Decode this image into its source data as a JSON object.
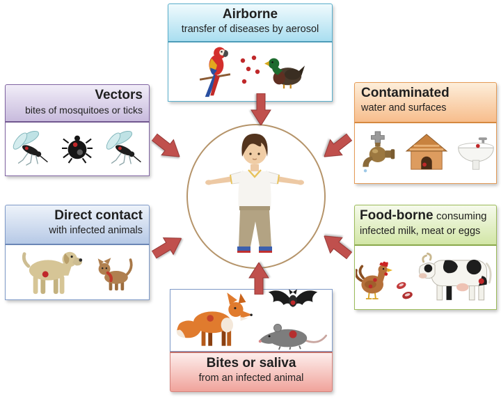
{
  "diagram": {
    "subject": "routes of disease transmission to a human",
    "center": {
      "figure": "child standing in T-pose inside a circle",
      "icons": [
        "child-figure",
        "exposure-circle"
      ]
    },
    "arrows": {
      "count": 6,
      "direction": "from each box toward the central human figure",
      "color": "#c0504d"
    }
  },
  "boxes": {
    "airborne": {
      "title": "Airborne",
      "subtitle": "transfer of diseases by aerosol",
      "align": "center",
      "header_position": "top",
      "accent": "#58aecb",
      "icons": [
        "parrot-icon",
        "aerosol-particles-icon",
        "duck-icon"
      ]
    },
    "vectors": {
      "title": "Vectors",
      "subtitle": "bites of mosquitoes or ticks",
      "align": "right",
      "header_position": "top",
      "accent": "#8064a2",
      "icons": [
        "mosquito-icon",
        "tick-icon",
        "mosquito-icon"
      ]
    },
    "contaminated": {
      "title": "Contaminated",
      "subtitle": "water and surfaces",
      "align": "left",
      "header_position": "top",
      "accent": "#e59a55",
      "icons": [
        "faucet-icon",
        "doghouse-icon",
        "sink-icon"
      ]
    },
    "direct_contact": {
      "title": "Direct contact",
      "subtitle": "with infected animals",
      "align": "right",
      "header_position": "top",
      "accent": "#7f9ac8",
      "icons": [
        "dog-icon",
        "cat-icon"
      ]
    },
    "food_borne": {
      "title": "Food-borne",
      "title_rest": "consuming",
      "subtitle": "infected milk, meat or eggs",
      "align": "left",
      "header_position": "top",
      "accent": "#9bbb59",
      "icons": [
        "hen-icon",
        "meat-pieces-icon",
        "cow-icon"
      ]
    },
    "bites": {
      "title": "Bites or saliva",
      "subtitle": "from an infected animal",
      "align": "center",
      "header_position": "bottom",
      "accent": "#d4837c",
      "content_border": "#7f9ac8",
      "icons": [
        "fox-icon",
        "bat-icon",
        "rat-icon"
      ]
    }
  },
  "colors": {
    "arrow": "#c0504d",
    "circle": "#b5946a",
    "infection_dot": "#c0282a",
    "background": "#ffffff"
  }
}
